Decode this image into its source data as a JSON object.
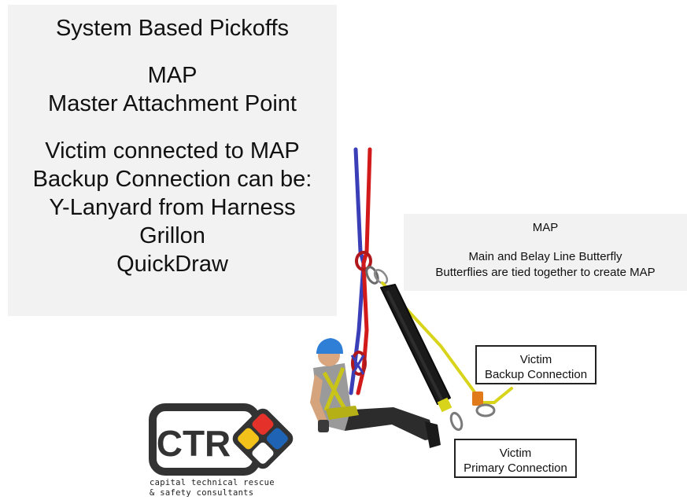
{
  "title_panel": {
    "heading": "System Based Pickoffs",
    "map_abbrev": "MAP",
    "map_full": "Master Attachment Point",
    "victim_line": "Victim connected to MAP",
    "backup_intro": "Backup Connection can be:",
    "options": [
      "Y-Lanyard from Harness",
      "Grillon",
      "QuickDraw"
    ]
  },
  "map_panel": {
    "title": "MAP",
    "line1": "Main and Belay Line Butterfly",
    "line2": "Butterflies are tied together to create MAP"
  },
  "callouts": {
    "backup": {
      "line1": "Victim",
      "line2": "Backup Connection"
    },
    "primary": {
      "line1": "Victim",
      "line2": "Primary Connection"
    }
  },
  "logo": {
    "wordmark": "CTR",
    "caption_line1": "capital technical rescue",
    "caption_line2": "& safety consultants"
  },
  "colors": {
    "main_rope": "#d21a1a",
    "belay_rope": "#3a3fb8",
    "lanyard": "#d8d41c",
    "helmet": "#2f7fd6",
    "logo_red": "#e4322b",
    "logo_blue": "#1f63b5",
    "logo_yellow": "#f2c21b"
  }
}
